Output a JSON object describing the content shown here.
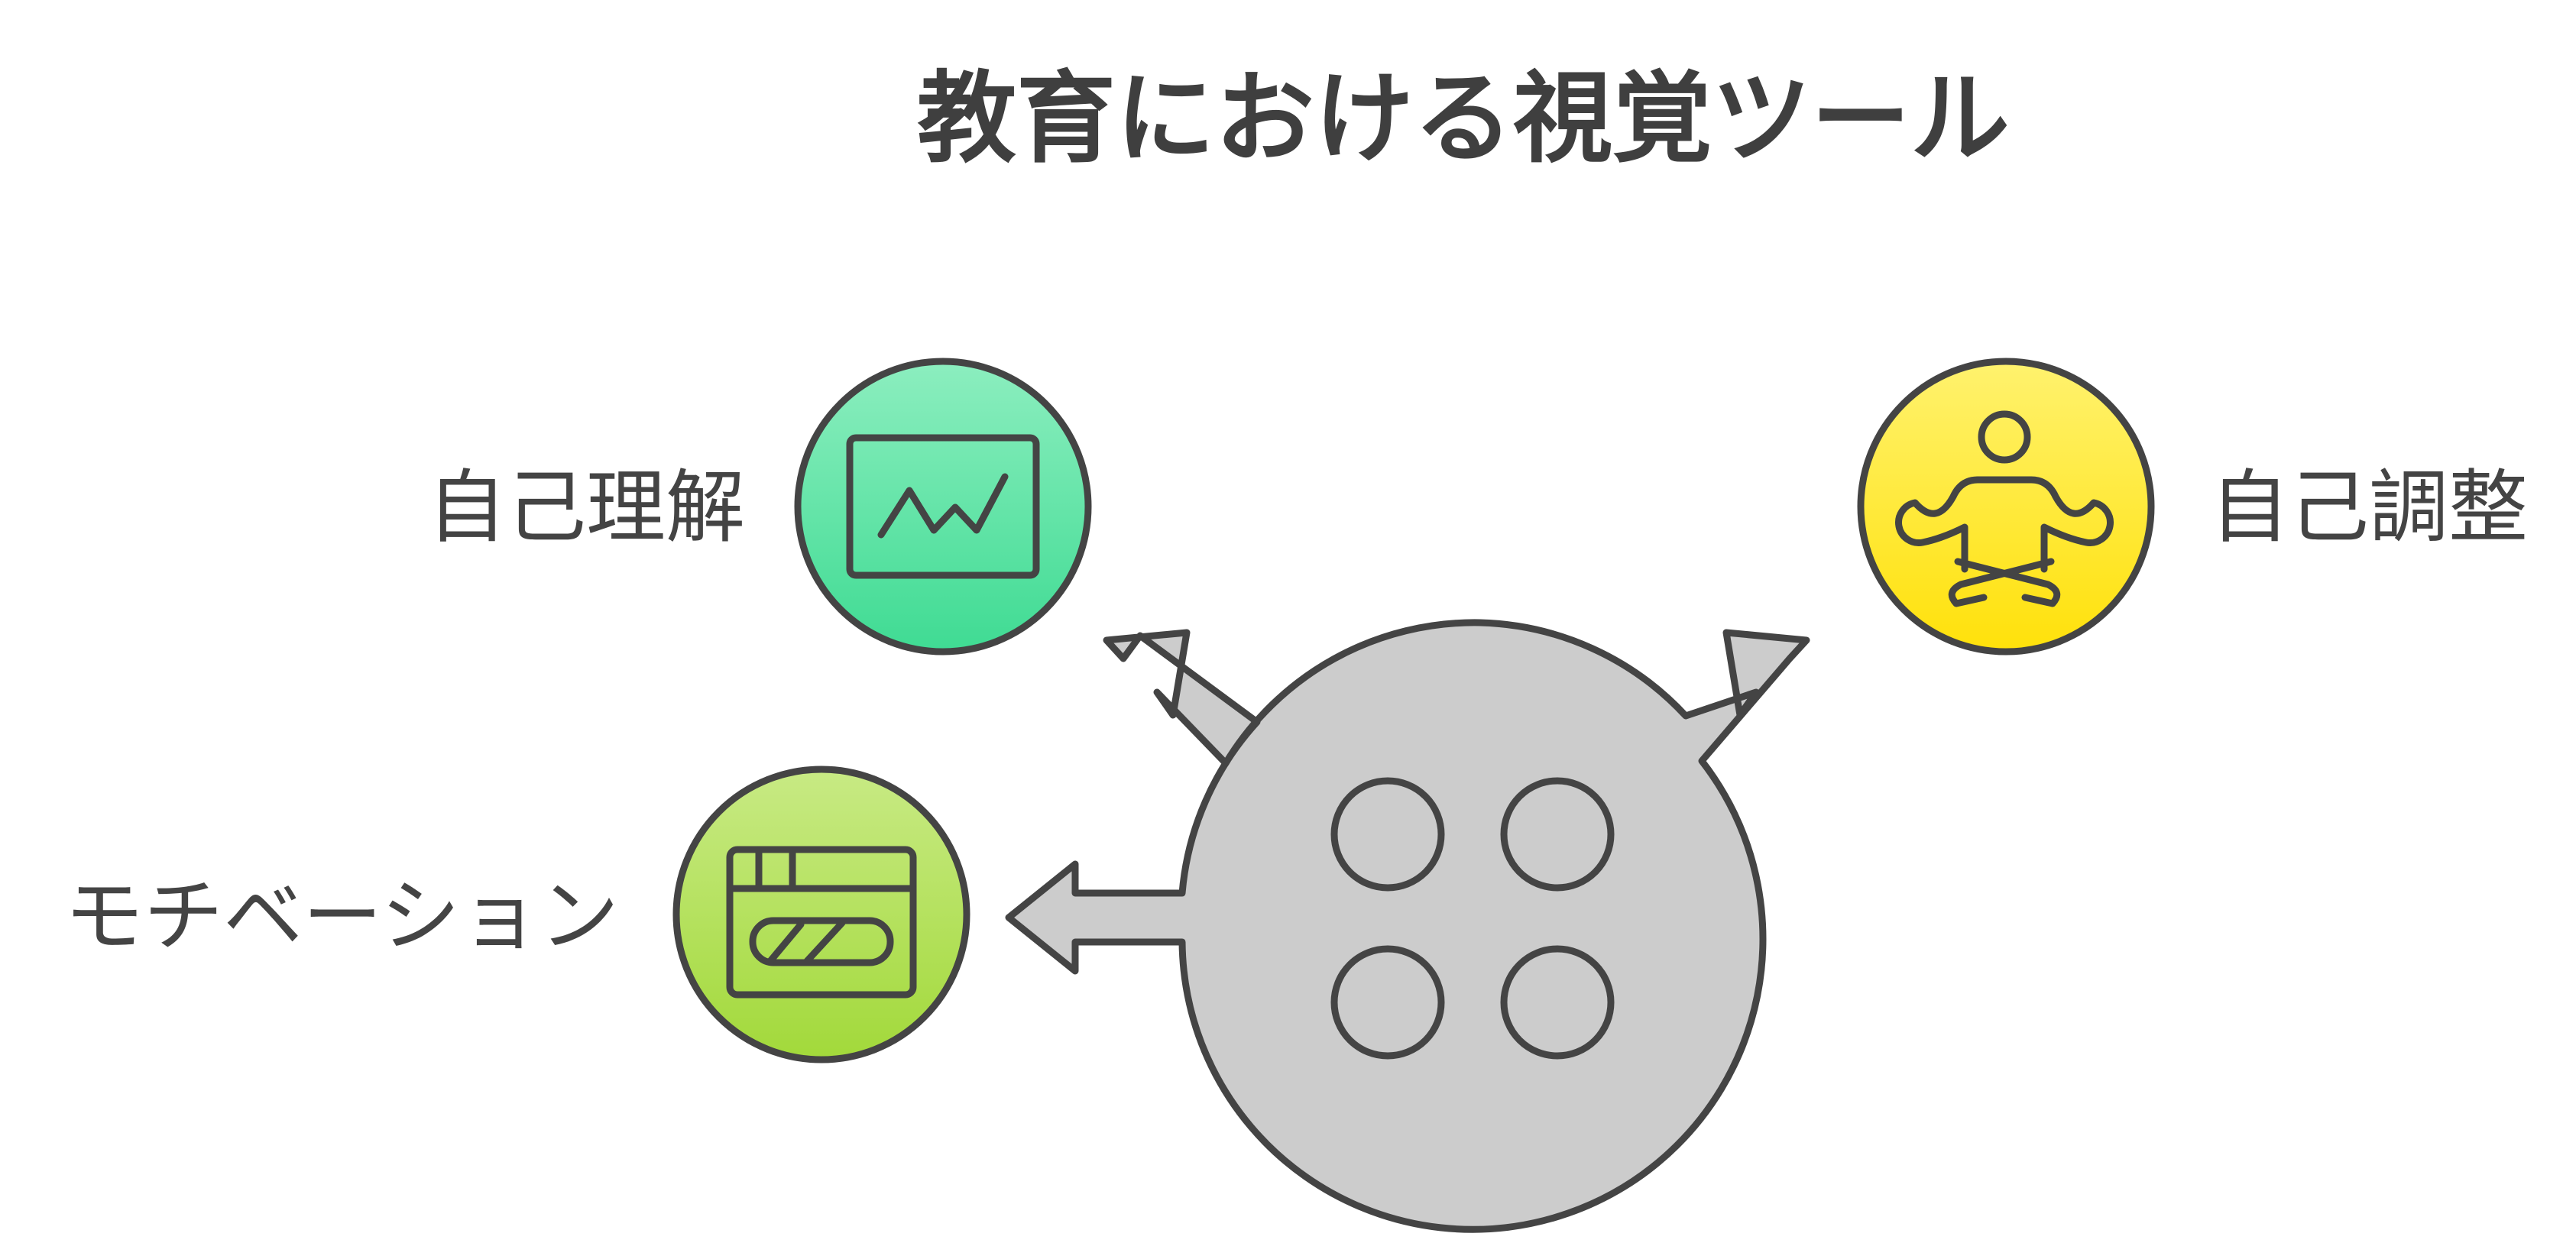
{
  "title": "教育における視覚ツール",
  "nodes": [
    {
      "label": "自己理解",
      "icon": "line-chart-icon",
      "color_top": "#8ceebf",
      "color_bottom": "#3fdb93"
    },
    {
      "label": "モチベーション",
      "icon": "progress-window-icon",
      "color_top": "#c8ea84",
      "color_bottom": "#a2d93a"
    },
    {
      "label": "自己調整",
      "icon": "meditation-icon",
      "color_top": "#fff26e",
      "color_bottom": "#ffe10a"
    }
  ],
  "hub": {
    "icon": "four-circles-icon",
    "color": "#cccccc"
  }
}
